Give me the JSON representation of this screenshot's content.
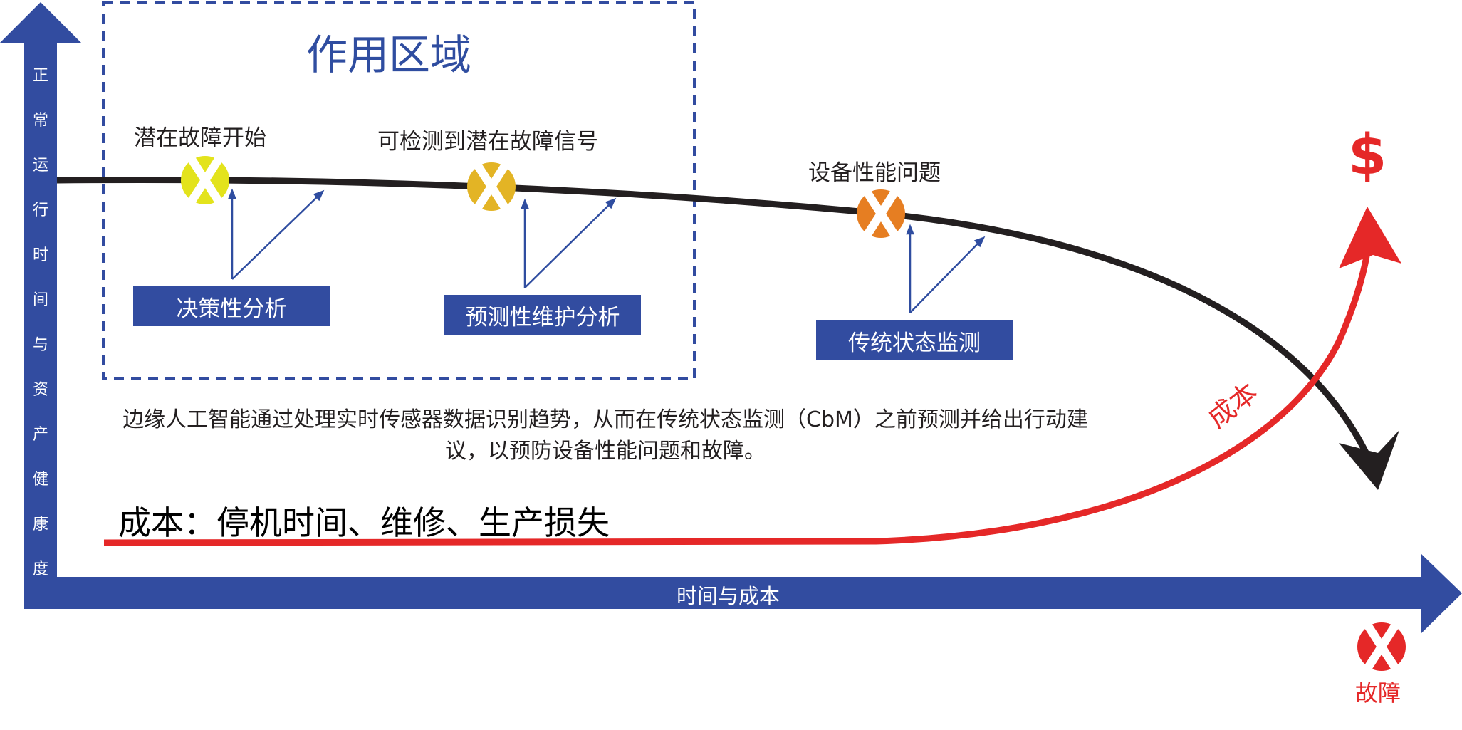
{
  "title": "作用区域",
  "axes": {
    "y_label_chars": [
      "正",
      "常",
      "运",
      "行",
      "时",
      "间",
      "与",
      "资",
      "产",
      "健",
      "康",
      "度"
    ],
    "x_label": "时间与成本"
  },
  "markers": [
    {
      "label": "潜在故障开始",
      "color": "#e3e31c",
      "icon": "x-circle-icon"
    },
    {
      "label": "可检测到潜在故障信号",
      "color": "#e3b425",
      "icon": "x-circle-icon"
    },
    {
      "label": "设备性能问题",
      "color": "#e67e22",
      "icon": "x-circle-icon"
    }
  ],
  "analysis_boxes": [
    {
      "label": "决策性分析"
    },
    {
      "label": "预测性维护分析"
    },
    {
      "label": "传统状态监测"
    }
  ],
  "description": "边缘人工智能通过处理实时传感器数据识别趋势，从而在传统状态监测（CbM）之前预测并给出行动建议，以预防设备性能问题和故障。",
  "cost_title": "成本：停机时间、维修、生产损失",
  "cost_curve_label": "成本",
  "dollar_symbol": "$",
  "failure": {
    "label": "故障",
    "color": "#e52828",
    "icon": "x-circle-icon"
  },
  "colors": {
    "axis_blue": "#324ca0",
    "health_curve": "#231f20",
    "cost_curve": "#e52828"
  }
}
